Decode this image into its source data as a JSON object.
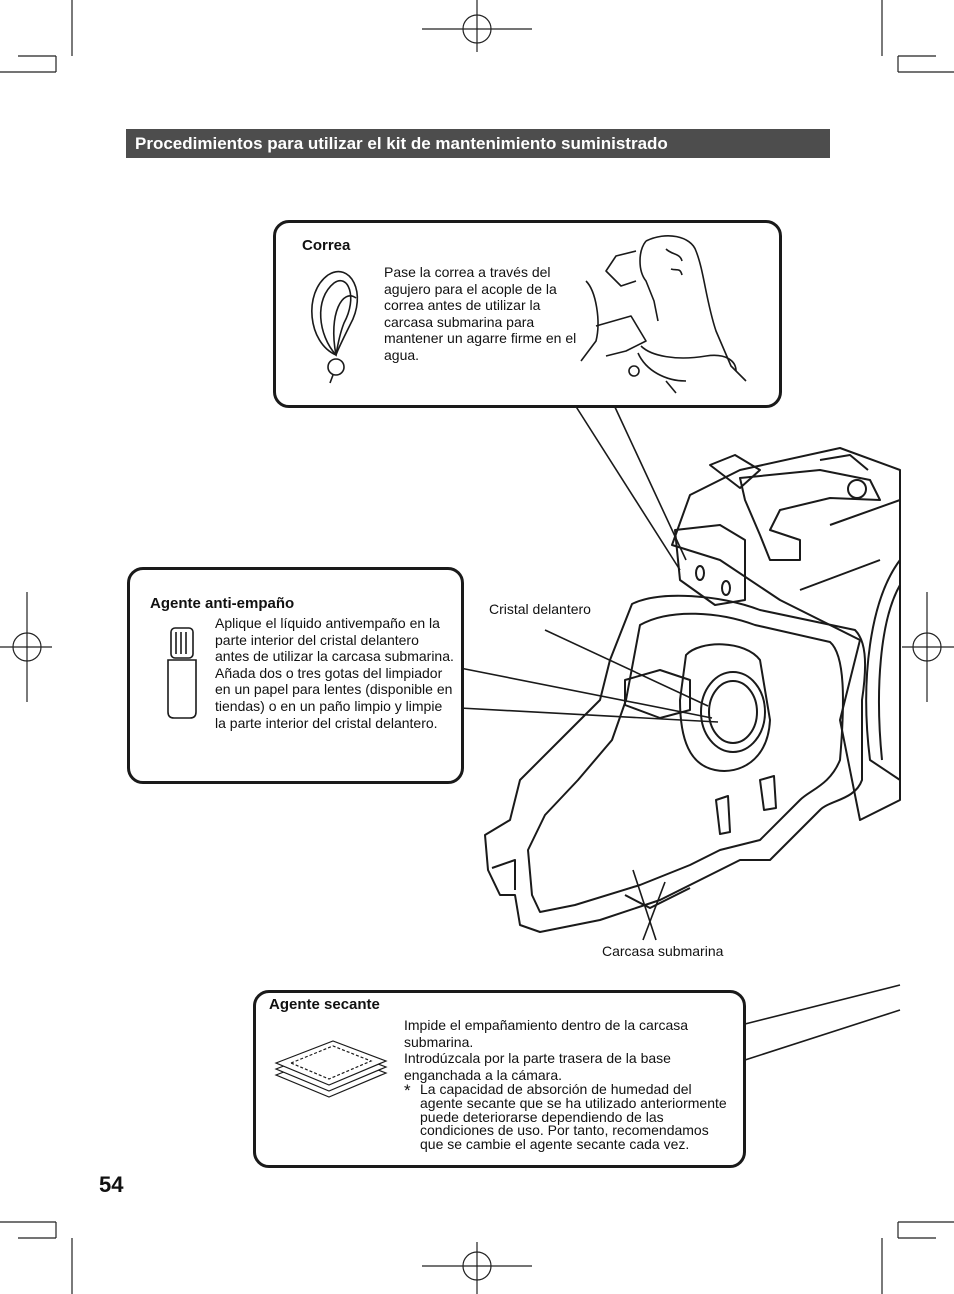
{
  "section_title": "Procedimientos para utilizar el kit de mantenimiento suministrado",
  "correa": {
    "title": "Correa",
    "text": "Pase la correa a través del agujero para el acople de la correa antes de utilizar la carcasa submarina para mantener un agarre firme en el agua."
  },
  "anti_fog": {
    "title": "Agente anti-empaño",
    "paragraphs": [
      "Aplique el líquido antivempaño en la parte interior del cristal delantero antes de utilizar la carcasa submarina.",
      "Añada dos o tres gotas del limpiador en un papel para lentes (disponible en tiendas) o en un paño limpio y limpie la parte interior del cristal delantero."
    ]
  },
  "drying_agent": {
    "title": "Agente secante",
    "paragraphs": [
      "Impide el empañamiento dentro de la carcasa submarina.",
      "Introdúzcala por la parte trasera de la base enganchada a la cámara."
    ],
    "note_symbol": "*",
    "note": "La capacidad de absorción de humedad del agente secante que se ha utilizado anteriormente puede deteriorarse dependiendo de las condiciones de uso. Por tanto, recomendamos que se cambie el agente secante cada vez."
  },
  "labels": {
    "front_glass": "Cristal delantero",
    "housing": "Carcasa submarina"
  },
  "page_number": "54"
}
